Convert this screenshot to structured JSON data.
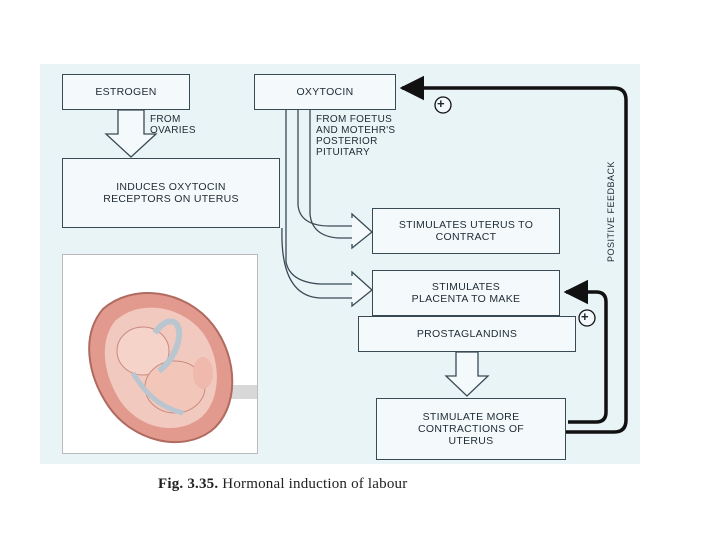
{
  "boxes": {
    "estrogen": "ESTROGEN",
    "oxytocin": "OXYTOCIN",
    "receptors": "INDUCES OXYTOCIN RECEPTORS ON UTERUS",
    "uterus": "STIMULATES UTERUS TO CONTRACT",
    "placenta": "STIMULATES PLACENTA TO MAKE",
    "prostaglandins": "PROSTAGLANDINS",
    "more": "STIMULATE MORE CONTRACTIONS OF UTERUS"
  },
  "notes": {
    "ovaries": "FROM\nOVARIES",
    "foetus": "FROM FOETUS\nAND MOTEHR'S\nPOSTERIOR\nPITUITARY",
    "positive_feedback": "POSITIVE FEEDBACK",
    "plus_symbol": "+"
  },
  "caption": {
    "label": "Fig. 3.35.",
    "text": "Hormonal induction of labour"
  },
  "colors": {
    "panel": "#e9f4f7",
    "box_border": "#3a4a55",
    "feedback_arrow": "#111111",
    "skin": "#e8a79a"
  }
}
